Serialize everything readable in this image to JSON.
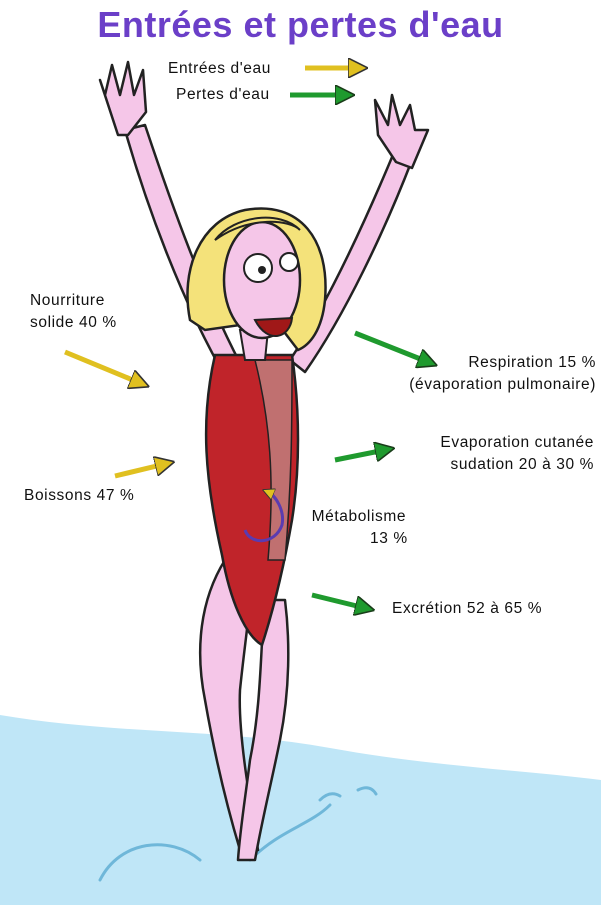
{
  "title": "Entrées et pertes d'eau",
  "legend": {
    "inputs": "Entrées d'eau",
    "losses": "Pertes d'eau"
  },
  "colors": {
    "title": "#6b3fc8",
    "input_arrow": "#e0c020",
    "loss_arrow": "#1f9a2e",
    "skin": "#f5c6e8",
    "swimsuit": "#c0242a",
    "hair": "#f4e27a",
    "water": "#bfe6f7"
  },
  "inputs": {
    "food": [
      "Nourriture",
      "solide 40 %"
    ],
    "drinks": "Boissons 47 %",
    "metabolism": [
      "Métabolisme",
      "13 %"
    ]
  },
  "losses": {
    "respiration": [
      "Respiration 15 %",
      "(évaporation pulmonaire)"
    ],
    "skin": [
      "Evaporation cutanée",
      "sudation 20 à 30 %"
    ],
    "excretion": "Excrétion 52 à 65 %"
  }
}
